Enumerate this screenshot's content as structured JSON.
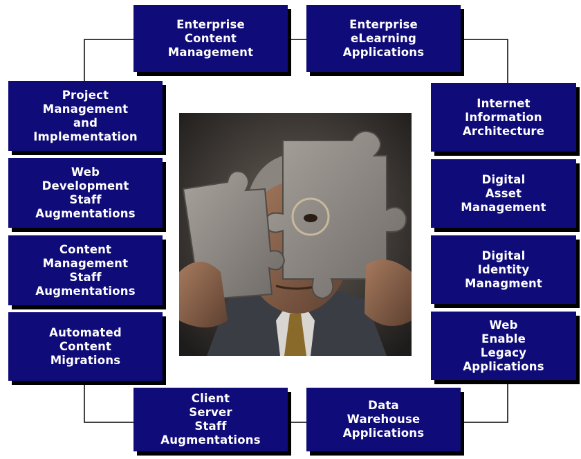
{
  "boxes": {
    "ecm": "Enterprise\nContent\nManagement",
    "elearning": "Enterprise\neLearning\nApplications",
    "project_mgmt": "Project\nManagement\nand\nImplementation",
    "web_dev_staff": "Web\nDevelopment\nStaff\nAugmentations",
    "content_mgmt_staff": "Content\nManagement\nStaff\nAugmentations",
    "automated_migrations": "Automated\nContent\nMigrations",
    "client_server_staff": "Client\nServer\nStaff\nAugmentations",
    "data_warehouse": "Data\nWarehouse\nApplications",
    "internet_info_arch": "Internet\nInformation\nArchitecture",
    "digital_asset": "Digital\nAsset\nManagement",
    "digital_identity": "Digital\nIdentity\nManagment",
    "web_enable_legacy": "Web\nEnable\nLegacy\nApplications"
  },
  "colors": {
    "box_fill": "#0f0b78",
    "box_shadow": "#000000",
    "box_text": "#ffffff",
    "connector": "#000000"
  },
  "photo": {
    "subject": "man holding puzzle pieces to face"
  }
}
